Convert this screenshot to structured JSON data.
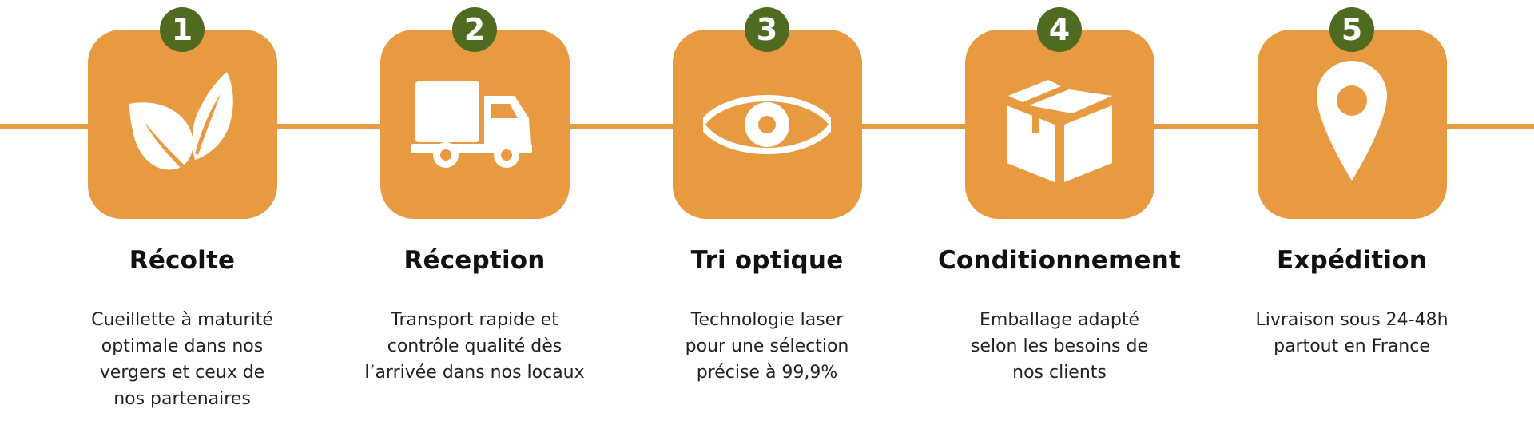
{
  "colors": {
    "accent_orange": "#e89a40",
    "badge_green": "#4e6b1f",
    "icon_white": "#ffffff",
    "title_text": "#111111",
    "body_text": "#222222"
  },
  "steps": [
    {
      "number": "1",
      "icon": "leaves-icon",
      "title": "Récolte",
      "description": "Cueillette à maturité\noptimale dans nos\nvergers et ceux de\nnos partenaires"
    },
    {
      "number": "2",
      "icon": "truck-icon",
      "title": "Réception",
      "description": "Transport rapide et\ncontrôle qualité dès\nl’arrivée dans nos locaux"
    },
    {
      "number": "3",
      "icon": "eye-icon",
      "title": "Tri optique",
      "description": "Technologie laser\npour une sélection\nprécise à 99,9%"
    },
    {
      "number": "4",
      "icon": "box-icon",
      "title": "Conditionnement",
      "description": "Emballage adapté\nselon les besoins de\nnos clients"
    },
    {
      "number": "5",
      "icon": "location-pin-icon",
      "title": "Expédition",
      "description": "Livraison sous 24-48h\npartout en France"
    }
  ]
}
